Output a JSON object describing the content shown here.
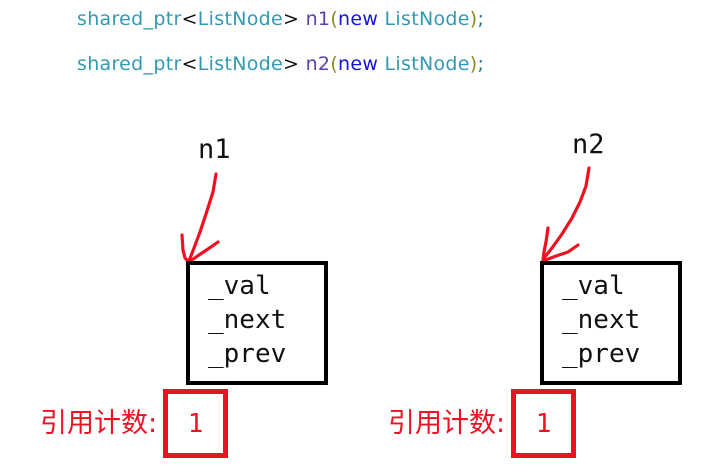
{
  "code": {
    "lines": [
      {
        "type_name": "shared_ptr",
        "open_angle": "<",
        "template_arg": "ListNode",
        "close_angle": ">",
        "space": " ",
        "var_name": "n1",
        "open_paren": "(",
        "keyword": "new",
        "space2": " ",
        "alloc_type": "ListNode",
        "close_paren": ")",
        "semicolon": ";"
      },
      {
        "type_name": "shared_ptr",
        "open_angle": "<",
        "template_arg": "ListNode",
        "close_angle": ">",
        "space": " ",
        "var_name": "n2",
        "open_paren": "(",
        "keyword": "new",
        "space2": " ",
        "alloc_type": "ListNode",
        "close_paren": ")",
        "semicolon": ";"
      }
    ]
  },
  "diagram": {
    "pointers": [
      {
        "label": "n1"
      },
      {
        "label": "n2"
      }
    ],
    "nodes": [
      {
        "fields": [
          "_val",
          "_next",
          "_prev"
        ]
      },
      {
        "fields": [
          "_val",
          "_next",
          "_prev"
        ]
      }
    ],
    "refcounts": [
      {
        "label": "引用计数:",
        "value": "1"
      },
      {
        "label": "引用计数:",
        "value": "1"
      }
    ]
  },
  "colors": {
    "code_type": "#3399b3",
    "code_keyword": "#1414e0",
    "code_variable": "#5d3fa8",
    "code_paren": "#8a8a1f",
    "node_border": "#000000",
    "annotation_red": "#ee1122",
    "background": "#ffffff"
  }
}
